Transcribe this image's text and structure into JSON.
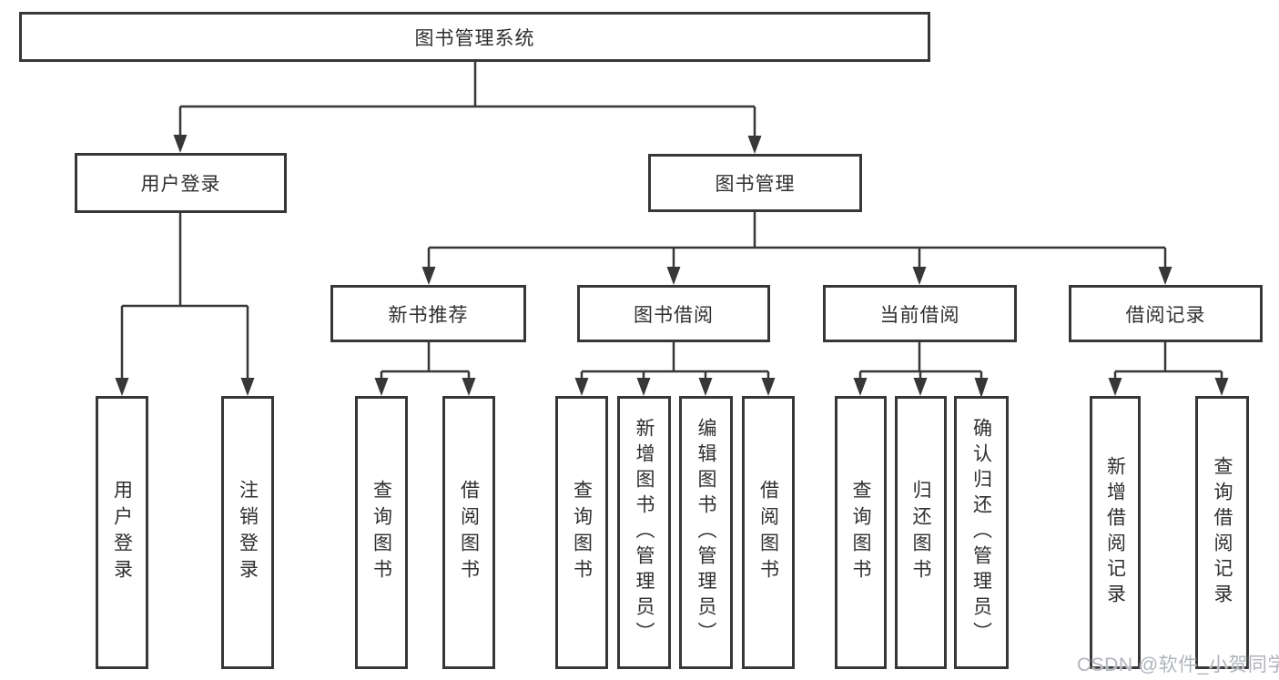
{
  "diagram": {
    "root": "图书管理系统",
    "branches": [
      {
        "label": "用户登录",
        "children": [
          {
            "label": "用户登录"
          },
          {
            "label": "注销登录"
          }
        ]
      },
      {
        "label": "图书管理",
        "children": [
          {
            "label": "新书推荐",
            "children": [
              {
                "label": "查询图书"
              },
              {
                "label": "借阅图书"
              }
            ]
          },
          {
            "label": "图书借阅",
            "children": [
              {
                "label": "查询图书"
              },
              {
                "label": "新增图书（管理员）"
              },
              {
                "label": "编辑图书（管理员）"
              },
              {
                "label": "借阅图书"
              }
            ]
          },
          {
            "label": "当前借阅",
            "children": [
              {
                "label": "查询图书"
              },
              {
                "label": "归还图书"
              },
              {
                "label": "确认归还（管理员）"
              }
            ]
          },
          {
            "label": "借阅记录",
            "children": [
              {
                "label": "新增借阅记录"
              },
              {
                "label": "查询借阅记录"
              }
            ]
          }
        ]
      }
    ]
  },
  "watermark": "CSDN @软件_小贺同学",
  "colors": {
    "line": "#373737",
    "box_border": "#373737",
    "text": "#2f2f2f",
    "background": "#ffffff",
    "watermark": "#b0b4bc"
  }
}
